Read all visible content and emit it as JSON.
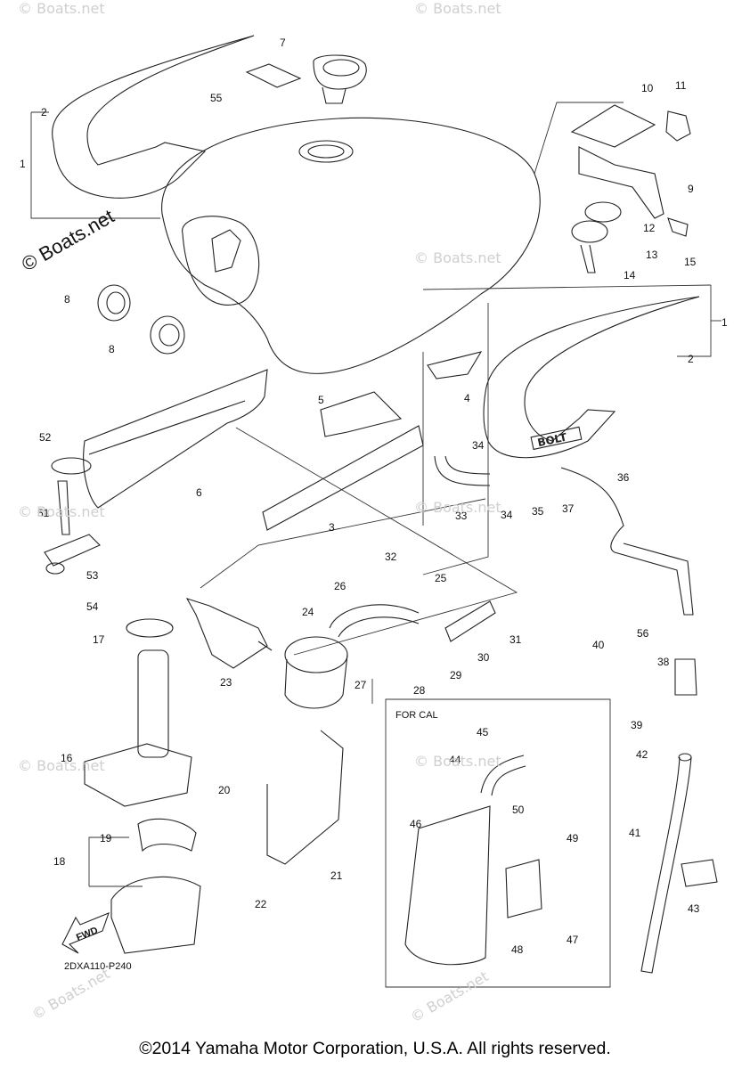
{
  "watermark": "© Boats.net",
  "diagram_code": "2DXA110-P240",
  "copyright": "©2014 Yamaha Motor Corporation, U.S.A. All rights reserved.",
  "box_label": "FOR CAL",
  "fwd_label": "FWD",
  "emblem_text": "BOLT",
  "callouts": [
    "1",
    "2",
    "7",
    "55",
    "10",
    "11",
    "9",
    "12",
    "13",
    "15",
    "14",
    "8",
    "8",
    "1",
    "2",
    "5",
    "4",
    "52",
    "6",
    "34",
    "33",
    "34",
    "35",
    "37",
    "36",
    "3",
    "51",
    "53",
    "54",
    "32",
    "25",
    "26",
    "24",
    "31",
    "17",
    "23",
    "27",
    "28",
    "29",
    "30",
    "40",
    "56",
    "38",
    "39",
    "45",
    "42",
    "44",
    "50",
    "16",
    "20",
    "46",
    "49",
    "41",
    "19",
    "18",
    "21",
    "22",
    "43",
    "48",
    "47"
  ]
}
